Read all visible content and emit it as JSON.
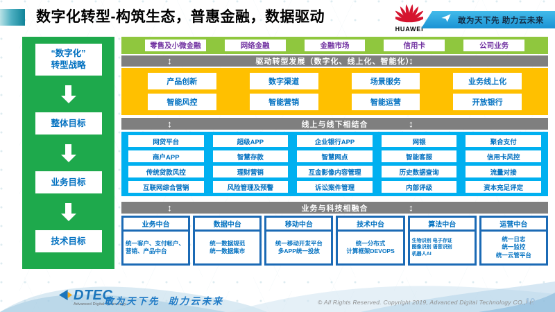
{
  "header": {
    "title": "数字化转型-构筑生态，普惠金融，数据驱动",
    "brand": "HUAWEI",
    "ribbon_slogan": "敢为天下先 助力云未来"
  },
  "sidebar": {
    "items": [
      {
        "label": "“数字化”\n转型战略"
      },
      {
        "label": "整体目标"
      },
      {
        "label": "业务目标"
      },
      {
        "label": "技术目标"
      }
    ]
  },
  "business_row": {
    "items": [
      "零售及小微金融",
      "网络金融",
      "金融市场",
      "信用卡",
      "公司业务"
    ]
  },
  "banners": {
    "drive": "驱动转型发展（数字化、线上化、智能化）",
    "online_offline": "线上与线下相结合",
    "tech_fusion": "业务与科技相融合"
  },
  "capability_grid": {
    "rows": [
      [
        "产品创新",
        "数字渠道",
        "场景服务",
        "业务线上化"
      ],
      [
        "智能风控",
        "智能营销",
        "智能运营",
        "开放银行"
      ]
    ]
  },
  "platform_grid": {
    "rows": [
      [
        "网贷平台",
        "超级APP",
        "企业银行APP",
        "网银",
        "聚合支付"
      ],
      [
        "商户APP",
        "智慧存款",
        "智慧网点",
        "智能客服",
        "信用卡风控"
      ],
      [
        "传统贷款风控",
        "理财营销",
        "互金影像内容管理",
        "历史数据查询",
        "流量对接"
      ],
      [
        "互联网综合营销",
        "风险管理及预警",
        "诉讼案件管理",
        "内部评级",
        "资本充足评定"
      ]
    ]
  },
  "middle_platforms": {
    "columns": [
      {
        "title": "业务中台",
        "desc": "统一客户、支付帐户、营销、产品中台"
      },
      {
        "title": "数据中台",
        "desc": "统一数据规范\n统一数据集市"
      },
      {
        "title": "移动中台",
        "desc": "统一移动开发平台\n多APP统一投放"
      },
      {
        "title": "技术中台",
        "desc": "统一分布式\n计算框架DEVOPS"
      },
      {
        "title": "算法中台",
        "desc": "生物识别 电子存证\n图像识别 语音识别\n机器人AI"
      },
      {
        "title": "运营中台",
        "desc": "统一日志\n统一监控\n统一云管平台"
      }
    ]
  },
  "footer": {
    "logo": "DTEC",
    "logo_sub": "Advanced Digital Technology",
    "slogan": "敢为天下先  助力云未来",
    "copyright": "© All Rights Reserved. Copyright 2019, Advanced Digital Technology CO.,Ltd",
    "page_number": "10"
  },
  "icons": {
    "banner_arrow": "↕",
    "flow_arrow": "down-arrow",
    "ribbon_plane": "paper-plane",
    "huawei_logo": "huawei-flower"
  },
  "colors": {
    "sidebar_green": "#1ea94c",
    "business_green": "#8fc73e",
    "banner_gray": "#7f7f7f",
    "capability_yellow": "#ffc000",
    "platform_blue": "#00b0f0",
    "middle_blue": "#1b6ab5",
    "box_text_blue": "#0070c0",
    "business_text_purple": "#7030a0",
    "huawei_red": "#d5142f",
    "ribbon_blue": "#1b93d4"
  }
}
